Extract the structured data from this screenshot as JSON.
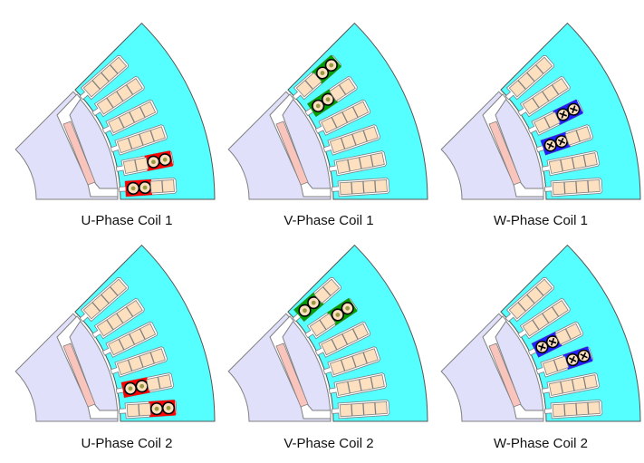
{
  "colors": {
    "stator": "#55ffff",
    "rotor": "#e0e0fa",
    "magnet": "#f9c4bc",
    "conductor": "#fde0c0",
    "outline": "#808080",
    "phase_u": "#ff0000",
    "phase_v": "#00a000",
    "phase_w": "#2020ff"
  },
  "panels": [
    {
      "label": "U-Phase Coil 1",
      "coils": [
        {
          "slot": 0,
          "positions": [
            0,
            1
          ],
          "phase": "phase_u",
          "symbol": "dot"
        },
        {
          "slot": 1,
          "positions": [
            2,
            3
          ],
          "phase": "phase_u",
          "symbol": "dot"
        }
      ]
    },
    {
      "label": "V-Phase Coil 1",
      "coils": [
        {
          "slot": 4,
          "positions": [
            0,
            1
          ],
          "phase": "phase_v",
          "symbol": "dot"
        },
        {
          "slot": 5,
          "positions": [
            2,
            3
          ],
          "phase": "phase_v",
          "symbol": "dot"
        }
      ]
    },
    {
      "label": "W-Phase Coil 1",
      "coils": [
        {
          "slot": 2,
          "positions": [
            0,
            1
          ],
          "phase": "phase_w",
          "symbol": "cross"
        },
        {
          "slot": 3,
          "positions": [
            2,
            3
          ],
          "phase": "phase_w",
          "symbol": "cross"
        }
      ]
    },
    {
      "label": "U-Phase Coil 2",
      "coils": [
        {
          "slot": 0,
          "positions": [
            2,
            3
          ],
          "phase": "phase_u",
          "symbol": "dot"
        },
        {
          "slot": 1,
          "positions": [
            0,
            1
          ],
          "phase": "phase_u",
          "symbol": "dot"
        }
      ]
    },
    {
      "label": "V-Phase Coil 2",
      "coils": [
        {
          "slot": 4,
          "positions": [
            2,
            3
          ],
          "phase": "phase_v",
          "symbol": "dot"
        },
        {
          "slot": 5,
          "positions": [
            0,
            1
          ],
          "phase": "phase_v",
          "symbol": "dot"
        }
      ]
    },
    {
      "label": "W-Phase Coil 2",
      "coils": [
        {
          "slot": 2,
          "positions": [
            2,
            3
          ],
          "phase": "phase_w",
          "symbol": "cross"
        },
        {
          "slot": 3,
          "positions": [
            0,
            1
          ],
          "phase": "phase_w",
          "symbol": "cross"
        }
      ]
    }
  ]
}
